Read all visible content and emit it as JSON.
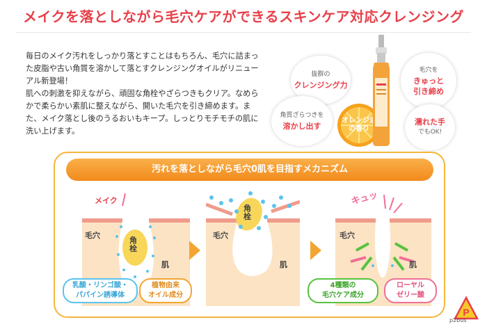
{
  "header": {
    "title": "メイクを落としながら毛穴ケアができるスキンケア対応クレンジング"
  },
  "description": {
    "paragraph1": "毎日のメイク汚れをしっかり落とすことはもちろん、毛穴に詰まった皮脂や古い角質を溶かして落とすクレンジングオイルがリニューアル新登場！",
    "paragraph2": "肌への刺激を抑えながら、頑固な角栓やざらつきもクリア。なめらかで柔らかい素肌に整えながら、開いた毛穴を引き締めます。また、メイク落とし後のうるおいもキープ。しっとりモチモチの肌に洗い上げます。"
  },
  "features": {
    "f1_small": "抜群の",
    "f1_big": "クレンジング力",
    "f2_small": "毛穴を",
    "f2_big1": "きゅっと",
    "f2_big2": "引き締め",
    "f3_small": "角質ざらつきを",
    "f3_big": "溶かし出す",
    "f4_big": "濡れた手",
    "f4_small": "でもOK!",
    "orange_line1": "オレンジ油",
    "orange_line2": "の香り"
  },
  "mechanism": {
    "banner": "汚れを落としながら毛穴0肌を目指すメカニズム",
    "stage1": {
      "makeup": "メイク",
      "pore": "毛穴",
      "plug": "角栓",
      "skin": "肌",
      "tag1_line1": "乳酸・リンゴ酸・",
      "tag1_line2": "パパイン誘導体",
      "tag2_line1": "植物由来",
      "tag2_line2": "オイル成分"
    },
    "stage2": {
      "pore": "毛穴",
      "plug": "角栓",
      "skin": "肌"
    },
    "stage3": {
      "sfx": "キュッ",
      "pore": "毛穴",
      "skin": "肌",
      "tag1_line1": "4種類の",
      "tag1_line2": "毛穴ケア成分",
      "tag2_line1": "ローヤル",
      "tag2_line2": "ゼリー酸"
    }
  },
  "logo": {
    "letter": "P",
    "text": "p2bus"
  },
  "colors": {
    "title_red": "#e8404a",
    "orange": "#f3a531",
    "skin": "#fbe3c4",
    "skin_top": "#ef9c8c",
    "plug_yellow": "#f7d65a",
    "dot_blue": "#5bc3ec",
    "green": "#58c23f",
    "pink": "#f06f96"
  }
}
